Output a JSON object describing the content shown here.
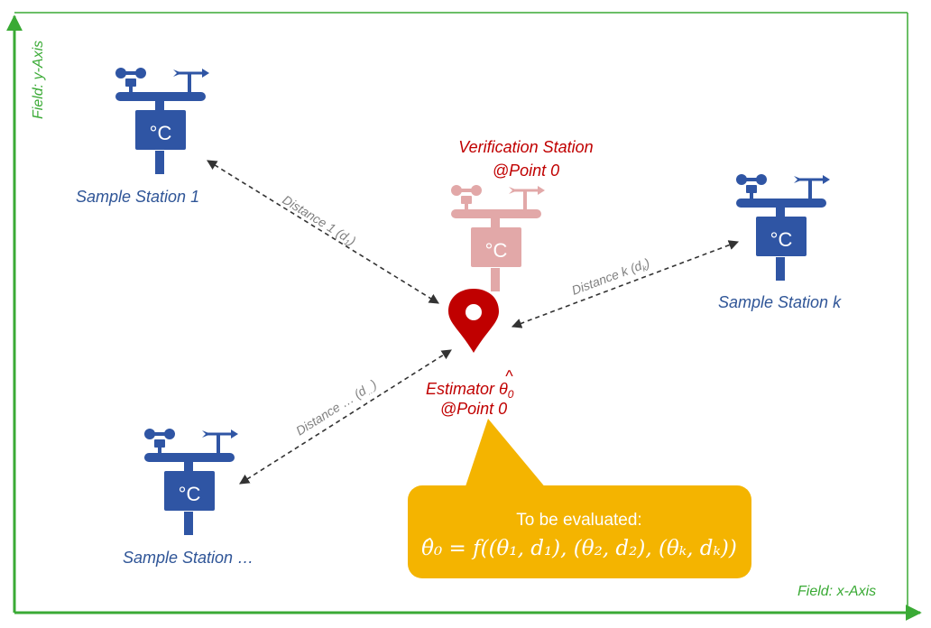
{
  "axes": {
    "x_label": "Field: x-Axis",
    "y_label": "Field: y-Axis"
  },
  "stations": {
    "s1": {
      "label": "Sample Station 1",
      "unit": "°C"
    },
    "sk": {
      "label": "Sample Station k",
      "unit": "°C"
    },
    "sn": {
      "label": "Sample Station …",
      "unit": "°C"
    },
    "verification": {
      "label_line1": "Verification Station",
      "label_line2": "@Point 0",
      "unit": "°C"
    }
  },
  "estimator": {
    "label_prefix": "Estimator ",
    "theta": "θ",
    "hat": "^",
    "sub": "0",
    "line2": "@Point 0"
  },
  "distances": {
    "d1": {
      "text": "Distance 1 (d",
      "sub": "1",
      "close": ")"
    },
    "dk": {
      "text": "Distance k (d",
      "sub": "k",
      "close": ")"
    },
    "dn": {
      "text": "Distance … (d",
      "sub": "…",
      "close": ")"
    }
  },
  "callout": {
    "title": "To be evaluated:",
    "formula": "θ̂₀ = f((θ₁, d₁), (θ₂, d₂), (θₖ, dₖ))"
  },
  "colors": {
    "station_blue": "#2f55a4",
    "verification_pink": "#e2a8a8",
    "estimator_red": "#c00000",
    "axis_green": "#3aaa35",
    "callout_yellow": "#f4b400"
  }
}
